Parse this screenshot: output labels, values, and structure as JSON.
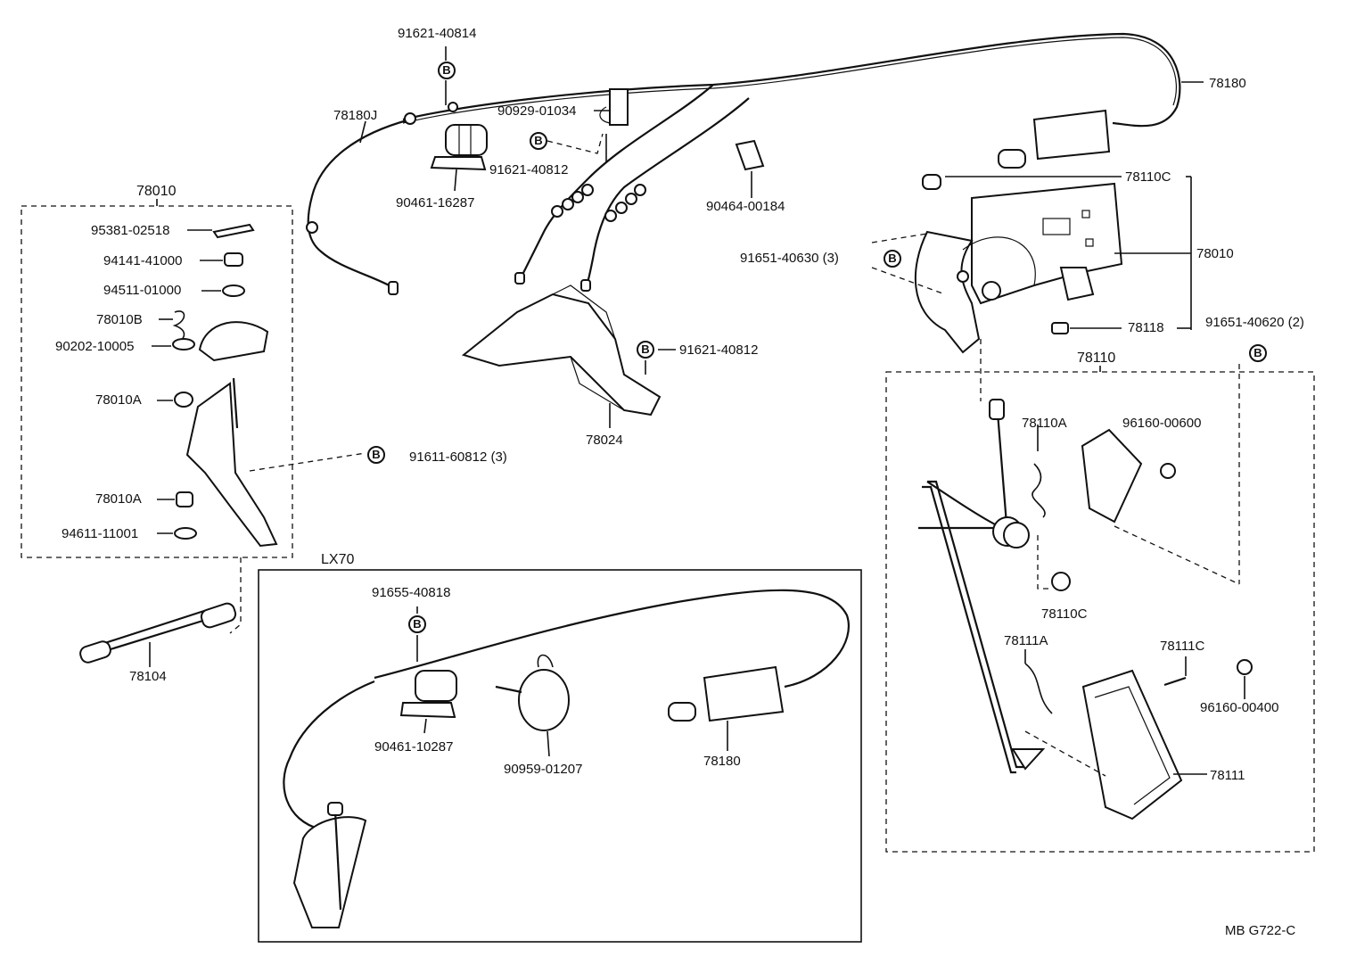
{
  "diagram": {
    "code": "MB G722-C",
    "bolt_symbol": "B",
    "groups": {
      "lx70": "LX70",
      "assy_78010": "78010",
      "assy_78110": "78110"
    },
    "labels": {
      "p91621_40814": "91621-40814",
      "p78180J": "78180J",
      "p90929_01034": "90929-01034",
      "p91621_40812_top": "91621-40812",
      "p90461_16287": "90461-16287",
      "p90464_00184": "90464-00184",
      "p78180_top": "78180",
      "p78110C_top": "78110C",
      "p91651_40630": "91651-40630 (3)",
      "p78010_right": "78010",
      "p78118": "78118",
      "p91651_40620": "91651-40620 (2)",
      "p95381_02518": "95381-02518",
      "p94141_41000": "94141-41000",
      "p94511_01000": "94511-01000",
      "p78010B": "78010B",
      "p90202_10005": "90202-10005",
      "p78010A_1": "78010A",
      "p78010A_2": "78010A",
      "p94611_11001": "94611-11001",
      "p91621_40812_mid": "91621-40812",
      "p78024": "78024",
      "p91611_60812": "91611-60812 (3)",
      "p78104": "78104",
      "p91655_40818": "91655-40818",
      "p90461_10287": "90461-10287",
      "p90959_01207": "90959-01207",
      "p78180_bottom": "78180",
      "p78110A": "78110A",
      "p96160_00600": "96160-00600",
      "p78110C_bottom": "78110C",
      "p78111A": "78111A",
      "p78111C": "78111C",
      "p96160_00400": "96160-00400",
      "p78111": "78111"
    }
  }
}
